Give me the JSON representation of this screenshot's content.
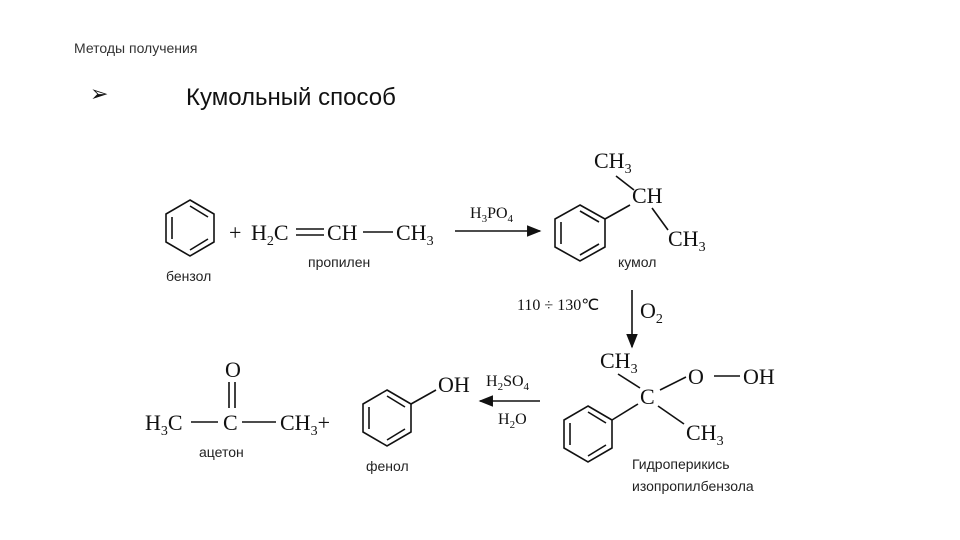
{
  "header": {
    "section": "Методы получения",
    "bullet": "➢",
    "title": "Кумольный способ"
  },
  "reaction1": {
    "plus": "+",
    "propylene": {
      "h2c": "H",
      "h2c_sub": "2",
      "h2c_tail": "C",
      "ch": "CH",
      "ch3": "CH",
      "ch3_sub": "3"
    },
    "catalyst": {
      "h": "H",
      "h_sub": "3",
      "po": "PO",
      "po_sub": "4"
    },
    "cumene": {
      "ch3_top": "CH",
      "ch3_top_sub": "3",
      "ch": "CH",
      "ch3_bottom": "CH",
      "ch3_bottom_sub": "3"
    }
  },
  "oxidation": {
    "temperature": "110 ÷ 130℃",
    "reagent": "O",
    "reagent_sub": "2"
  },
  "hydroperoxide": {
    "ch3_top": "CH",
    "ch3_top_sub": "3",
    "c": "C",
    "o": "O",
    "oh": "OH",
    "ch3_bottom": "CH",
    "ch3_bottom_sub": "3"
  },
  "reaction2": {
    "acid": {
      "h": "H",
      "h_sub": "2",
      "so": "SO",
      "so_sub": "4"
    },
    "water": {
      "h": "H",
      "h_sub": "2",
      "o": "O"
    },
    "phenol_oh": "OH",
    "acetone": {
      "o": "O",
      "h3c": "H",
      "h3c_sub": "3",
      "h3c_tail": "C",
      "c": "C",
      "ch3": "CH",
      "ch3_sub": "3",
      "plus": "+"
    }
  },
  "captions": {
    "benzene": "бензол",
    "propylene": "пропилен",
    "cumene": "кумол",
    "acetone": "ацетон",
    "phenol": "фенол",
    "hydroperoxide_1": "Гидроперикись",
    "hydroperoxide_2": "изопропилбензола"
  }
}
